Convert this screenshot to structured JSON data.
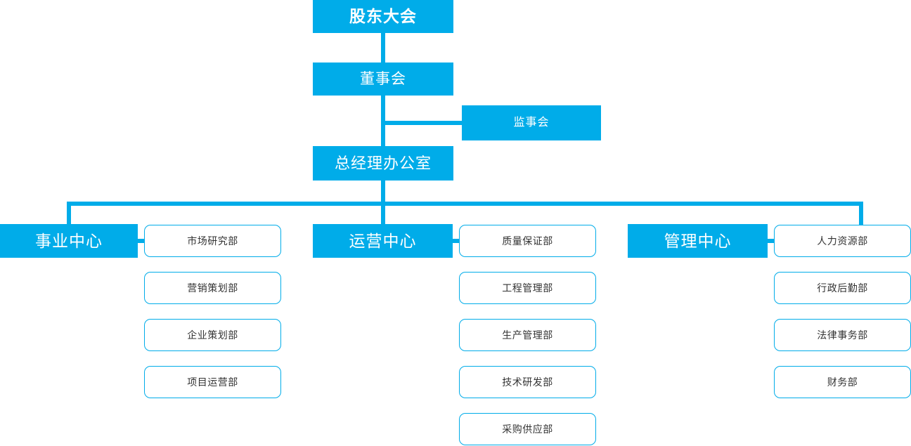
{
  "chart_type": "organization-chart",
  "colors": {
    "accent": "#00ACE9",
    "node_text_on_accent": "#FFFFFF",
    "sub_node_text": "#333333",
    "background": "#FFFFFF"
  },
  "top_level": {
    "shareholders_meeting": "股东大会",
    "board_of_directors": "董事会",
    "board_of_supervisors": "监事会",
    "general_manager_office": "总经理办公室"
  },
  "centers": [
    {
      "name": "事业中心",
      "departments": [
        "市场研究部",
        "营销策划部",
        "企业策划部",
        "项目运营部"
      ]
    },
    {
      "name": "运营中心",
      "departments": [
        "质量保证部",
        "工程管理部",
        "生产管理部",
        "技术研发部",
        "采购供应部"
      ]
    },
    {
      "name": "管理中心",
      "departments": [
        "人力资源部",
        "行政后勤部",
        "法律事务部",
        "财务部"
      ]
    }
  ]
}
